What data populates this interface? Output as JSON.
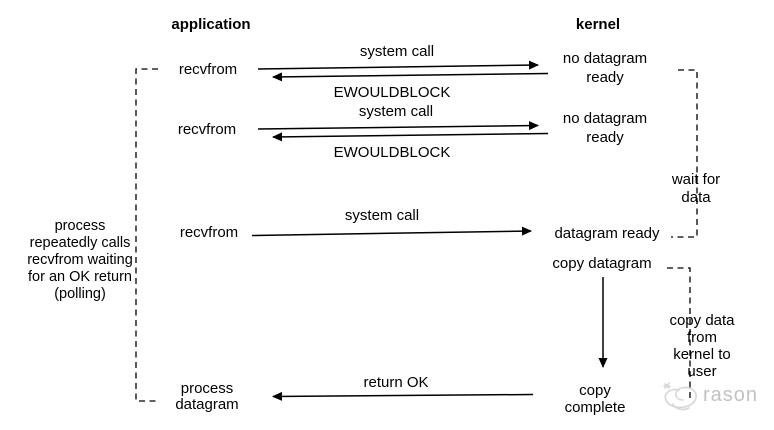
{
  "colors": {
    "ink": "#000000",
    "watermark_gray": "#c2c2c2",
    "logo_gray": "#d6d6d6"
  },
  "headers": {
    "application": "application",
    "kernel": "kernel"
  },
  "application_column": {
    "recvfrom_1": "recvfrom",
    "recvfrom_2": "recvfrom",
    "recvfrom_3": "recvfrom",
    "process_datagram": "process\ndatagram",
    "polling_note": "process\nrepeatedly calls\nrecvfrom waiting\nfor an OK return\n(polling)"
  },
  "arrow_labels": {
    "system_call_1": "system call",
    "ewouldblock_1": "EWOULDBLOCK",
    "system_call_2": "system call",
    "ewouldblock_2": "EWOULDBLOCK",
    "system_call_3": "system call",
    "return_ok": "return OK"
  },
  "kernel_column": {
    "no_datagram_ready_1": "no datagram\nready",
    "no_datagram_ready_2": "no datagram\nready",
    "wait_for_data": "wait for\ndata",
    "datagram_ready": "datagram ready",
    "copy_datagram": "copy datagram",
    "copy_data_from_kernel": "copy data from\nkernel to user",
    "copy_complete": "copy\ncomplete"
  },
  "watermark": {
    "logo_icon": "scribble-doodle-logo",
    "text": "rason"
  }
}
